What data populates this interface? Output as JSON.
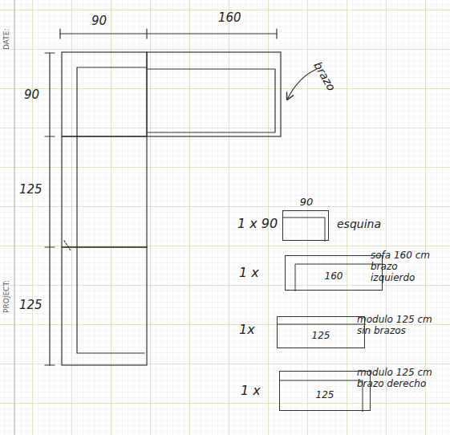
{
  "diagram": {
    "nodes": [
      {
        "text": [
          "90"
        ]
      },
      {
        "text": [
          "160"
        ]
      },
      {
        "text": [
          "125"
        ]
      },
      {
        "text": [
          "125"
        ]
      }
    ],
    "labels": [
      "DATE:",
      "PROJECT:",
      "90",
      "160",
      "brazo",
      "90",
      "125",
      "125",
      "1 x 90",
      "esquina",
      "1 x",
      "sofa 160 cm brazo izquierdo",
      "1x",
      "modulo 125 cm sin brazos",
      "1 x",
      "modulo 125 cm brazo derecho"
    ]
  }
}
